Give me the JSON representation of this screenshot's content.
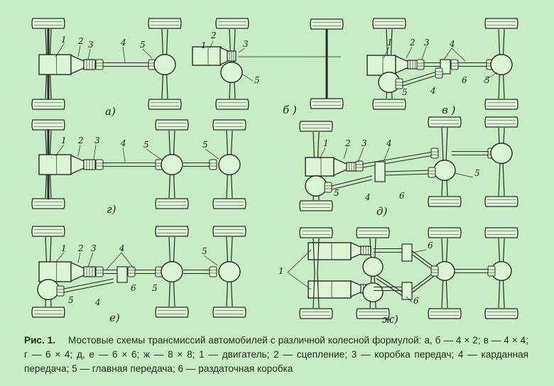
{
  "figure_label": "Рис. 1.",
  "caption_text": "Мостовые схемы трансмиссий автомобилей с различной колесной формулой: а, б — 4 × 2; в — 4 × 4; г — 6 × 4; д, е — 6 × 6; ж — 8 × 8; 1 — двигатель; 2 — сцепление; 3 — коробка передач; 4 — карданная передача; 5 — главная передача; 6 — раздаточная коробка",
  "schemes": {
    "a": "а)",
    "b": "б )",
    "v": "в )",
    "g": "г)",
    "d": "д)",
    "e": "е)",
    "zh": "ж)"
  },
  "callouts": {
    "n1": "1",
    "n2": "2",
    "n3": "3",
    "n4": "4",
    "n5": "5",
    "n6": "6"
  },
  "colors": {
    "background": "#c8ecc4",
    "line": "#2a2a2a",
    "fill": "#dcf5d6"
  }
}
